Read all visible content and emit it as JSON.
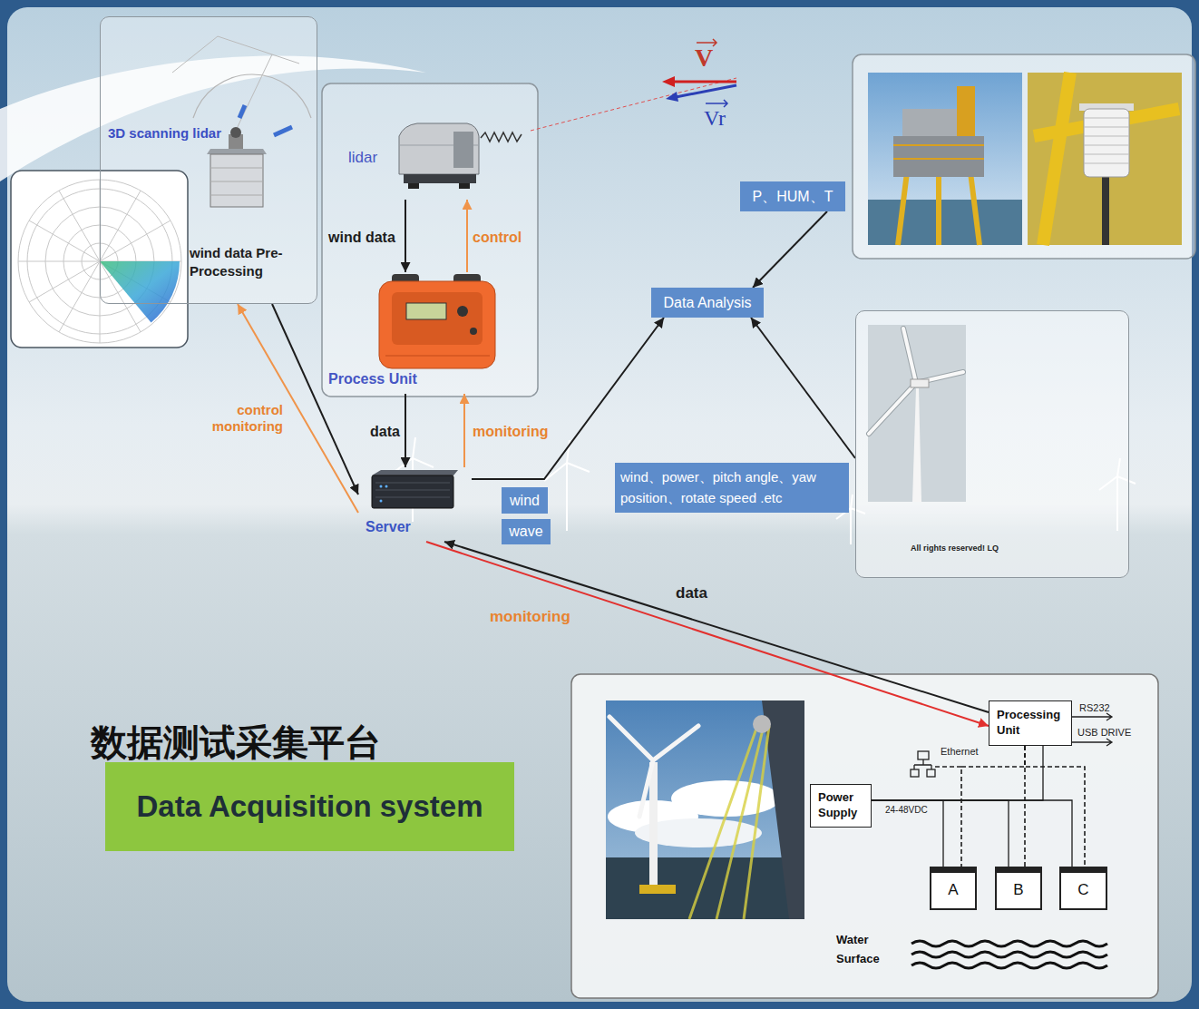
{
  "diagram": {
    "title": "数据测试采集平台",
    "nodes": [
      {
        "text": [
          "3D scanning lidar",
          "wind data Pre-Processing"
        ]
      },
      {
        "text": [
          "lidar"
        ]
      },
      {
        "text": [
          "Process Unit"
        ]
      },
      {
        "text": [
          "Server"
        ]
      },
      {
        "text": [
          "wind"
        ]
      },
      {
        "text": [
          "wave"
        ]
      },
      {
        "text": [
          "P、HUM、T"
        ]
      },
      {
        "text": [
          "Data Analysis"
        ]
      },
      {
        "text": [
          "All rights reserved! LQ"
        ]
      },
      {
        "text": [
          "Data Acquisition system"
        ]
      },
      {
        "text": [
          "Processing Unit"
        ]
      },
      {
        "text": [
          "Power Supply"
        ]
      },
      {
        "text": [
          "A"
        ]
      },
      {
        "text": [
          "B"
        ]
      },
      {
        "text": [
          "C"
        ]
      }
    ],
    "edges": [
      {
        "from": 1,
        "to": 2,
        "label": "wind data",
        "arrow": "to"
      },
      {
        "from": 2,
        "to": 1,
        "label": "control",
        "arrow": "to"
      },
      {
        "from": 2,
        "to": 3,
        "label": "data",
        "arrow": "to"
      },
      {
        "from": 3,
        "to": 2,
        "label": "monitoring",
        "arrow": "to"
      },
      {
        "from": 0,
        "to": 3,
        "arrow": "to"
      },
      {
        "from": 3,
        "to": 0,
        "label": "control monitoring",
        "arrow": "to"
      },
      {
        "from": 3,
        "to": 7,
        "arrow": "to"
      },
      {
        "from": 6,
        "to": 7,
        "arrow": "to"
      },
      {
        "from": 8,
        "to": 7,
        "label": "wind、power、pitch angle、yaw position、rotate speed .etc",
        "arrow": "to"
      },
      {
        "from": 3,
        "to": 10,
        "label": "monitoring",
        "arrow": "to"
      },
      {
        "from": 10,
        "to": 3,
        "label": "data",
        "arrow": "to"
      },
      {
        "from": 11,
        "to": 10,
        "arrow": "none"
      },
      {
        "from": 11,
        "to": 12,
        "arrow": "none"
      },
      {
        "from": 11,
        "to": 13,
        "arrow": "none"
      },
      {
        "from": 11,
        "to": 14,
        "arrow": "none"
      },
      {
        "from": 10,
        "to": 12,
        "arrow": "none"
      },
      {
        "from": 10,
        "to": 13,
        "arrow": "none"
      },
      {
        "from": 10,
        "to": 14,
        "arrow": "none"
      }
    ],
    "labels": [
      "V",
      "Vr",
      "RS232",
      "USB DRIVE",
      "Ethernet",
      "24-48VDC",
      "Water Surface"
    ]
  }
}
